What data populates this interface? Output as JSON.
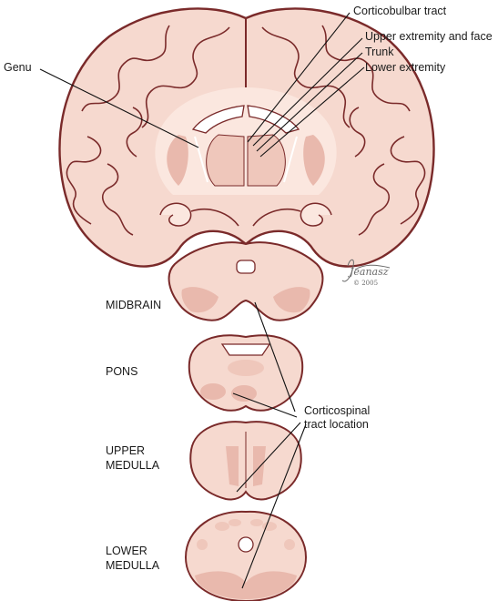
{
  "labels": {
    "corticobulbar": "Corticobulbar  tract",
    "upper_extremity": "Upper extremity and face",
    "trunk": "Trunk",
    "lower_extremity": "Lower extremity",
    "genu": "Genu",
    "midbrain": "MIDBRAIN",
    "pons": "PONS",
    "upper_medulla_1": "UPPER",
    "upper_medulla_2": "MEDULLA",
    "lower_medulla_1": "LOWER",
    "lower_medulla_2": "MEDULLA",
    "corticospinal_1": "Corticospinal",
    "corticospinal_2": "tract location"
  },
  "signature": {
    "name": "Jeanasz",
    "year": "© 2005"
  },
  "colors": {
    "tissue": "#f6d9cf",
    "tissue_dark": "#e9b9ad",
    "outline": "#7a2a2a",
    "white_matter": "#fbe7df",
    "line": "#111111"
  }
}
